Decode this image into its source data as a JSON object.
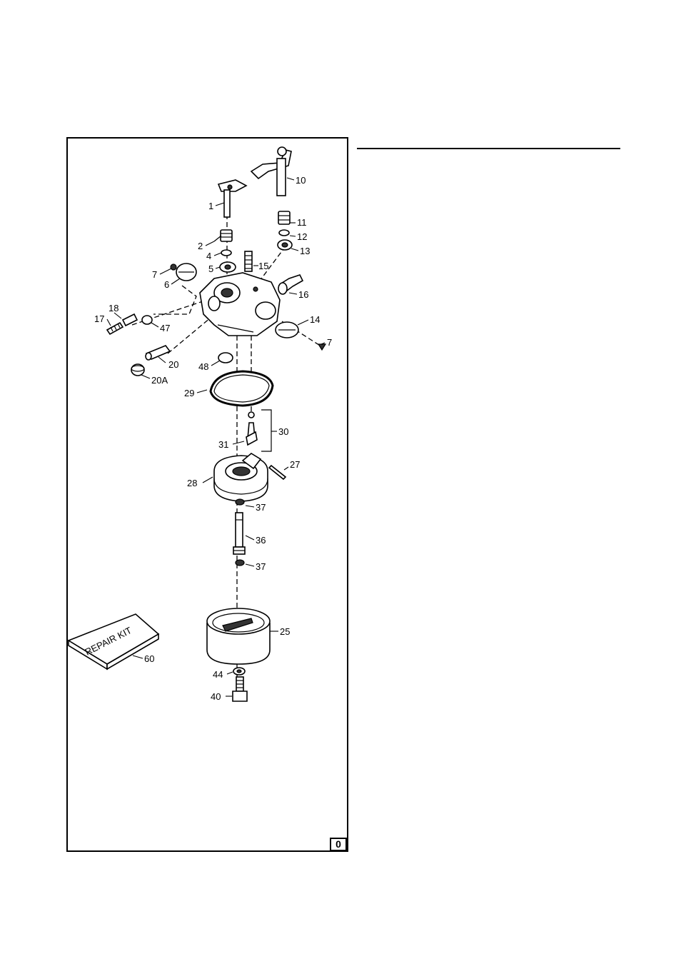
{
  "diagram": {
    "labels": {
      "p1": "1",
      "p2": "2",
      "p4": "4",
      "p5": "5",
      "p6": "6",
      "p7a": "7",
      "p7b": "7",
      "p10": "10",
      "p11": "11",
      "p12": "12",
      "p13": "13",
      "p14": "14",
      "p15": "15",
      "p16": "16",
      "p17": "17",
      "p18": "18",
      "p20": "20",
      "p20a": "20A",
      "p25": "25",
      "p27": "27",
      "p28": "28",
      "p29": "29",
      "p30": "30",
      "p31": "31",
      "p36": "36",
      "p37a": "37",
      "p37b": "37",
      "p40": "40",
      "p44": "44",
      "p47": "47",
      "p48": "48",
      "p60": "60"
    },
    "repair_kit_text": "REPAIR KIT",
    "page_indicator": "0"
  }
}
